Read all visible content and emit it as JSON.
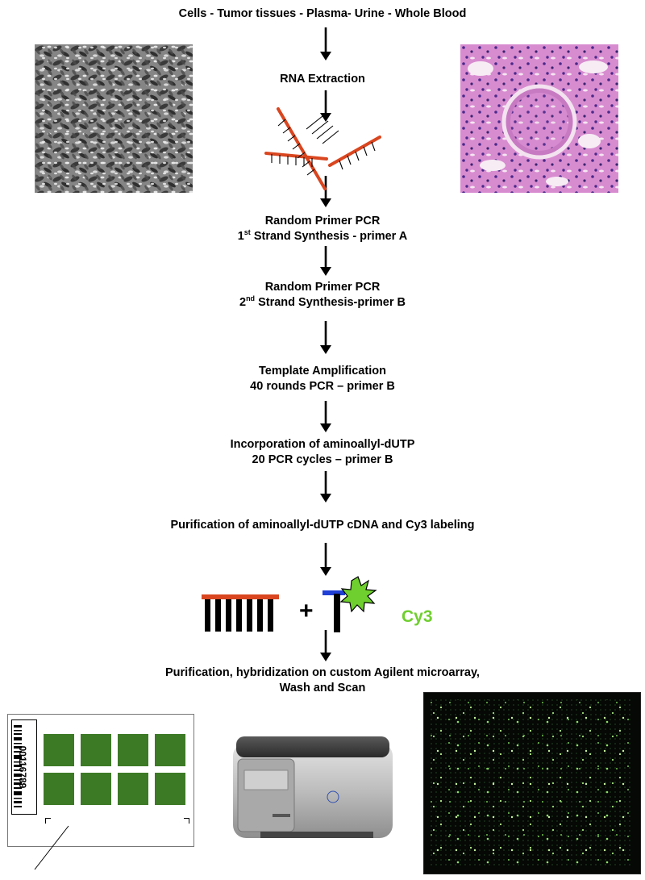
{
  "steps": {
    "sources": "Cells - Tumor tissues - Plasma- Urine - Whole Blood",
    "rna_extraction": "RNA Extraction",
    "first_strand_title": "Random Primer PCR",
    "first_strand_ord_num": "1",
    "first_strand_ord_suffix": "st",
    "first_strand_rest": " Strand Synthesis - primer A",
    "second_strand_title": "Random Primer PCR",
    "second_strand_ord_num": "2",
    "second_strand_ord_suffix": "nd",
    "second_strand_rest": " Strand Synthesis-primer B",
    "template_title": "Template Amplification",
    "template_detail": "40 rounds PCR – primer B",
    "incorporation_title": "Incorporation of aminoallyl-dUTP",
    "incorporation_detail": "20 PCR cycles – primer B",
    "purification_labeling": "Purification of aminoallyl-dUTP cDNA and Cy3 labeling",
    "hybridization_line1": "Purification, hybridization on custom Agilent microarray,",
    "hybridization_line2": "Wash and Scan"
  },
  "labeling": {
    "plus": "+",
    "dye_label": "Cy3"
  },
  "slide": {
    "barcode_number": "00116789"
  },
  "colors": {
    "primer_red": "#d9461f",
    "dna_black": "#000000",
    "dye_green": "#6fcf2e",
    "linker_blue": "#1f3fd6",
    "array_green": "#3d7a26",
    "scan_background": "#050805",
    "cell_photo_gray": "#8a8a8a",
    "tissue_pink": "#d98ed0"
  },
  "icons": {
    "flow_arrow": "down-arrow-icon",
    "primers": "random-primer-binding-icon",
    "cdna": "aminoallyl-cdna-icon",
    "dye": "cy3-dye-icon"
  }
}
